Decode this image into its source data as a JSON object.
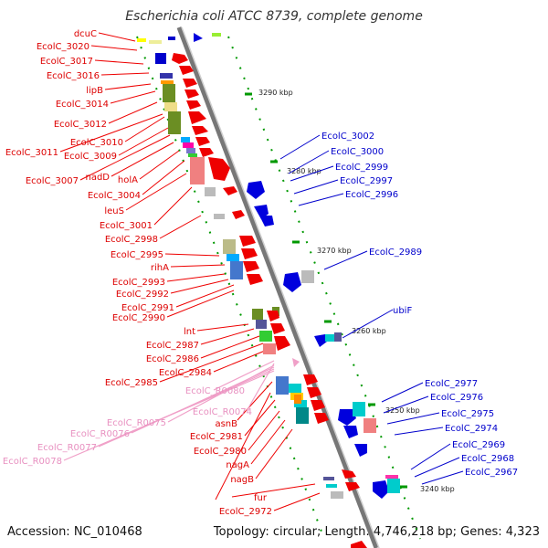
{
  "title": "Escherichia coli ATCC 8739, complete genome",
  "footer": {
    "accession": "Accession: NC_010468",
    "topology": "Topology: circular; Length: 4,746,218 bp; Genes: 4,323"
  },
  "colors": {
    "red": "#ff0000",
    "blue": "#0000cc",
    "pink": "#f0a0c8",
    "backbone": "#999999",
    "tick": "#009900"
  },
  "kbp_labels": [
    "3290 kbp",
    "3280 kbp",
    "3270 kbp",
    "3260 kbp",
    "3250 kbp",
    "3240 kbp"
  ],
  "left_labels": [
    "dcuC",
    "EcolC_3020",
    "EcolC_3017",
    "EcolC_3016",
    "lipB",
    "EcolC_3014",
    "EcolC_3012",
    "EcolC_3010",
    "EcolC_3011",
    "EcolC_3009",
    "EcolC_3007",
    "nadD",
    "holA",
    "EcolC_3004",
    "leuS",
    "EcolC_3001",
    "EcolC_2998",
    "EcolC_2995",
    "rihA",
    "EcolC_2993",
    "EcolC_2992",
    "EcolC_2991",
    "EcolC_2990",
    "lnt",
    "EcolC_2987",
    "EcolC_2986",
    "EcolC_2985",
    "EcolC_2984",
    "asnB",
    "EcolC_2981",
    "EcolC_2980",
    "nagA",
    "nagB",
    "fur",
    "EcolC_2972"
  ],
  "pink_labels": [
    "EcolC_R0080",
    "EcolC_R0074",
    "EcolC_R0075",
    "EcolC_R0076",
    "EcolC_R0077",
    "EcolC_R0078"
  ],
  "right_labels": [
    "EcolC_3002",
    "EcolC_3000",
    "EcolC_2999",
    "EcolC_2997",
    "EcolC_2996",
    "EcolC_2989",
    "ubiF",
    "EcolC_2977",
    "EcolC_2976",
    "EcolC_2975",
    "EcolC_2974",
    "EcolC_2969",
    "EcolC_2968",
    "EcolC_2967"
  ]
}
